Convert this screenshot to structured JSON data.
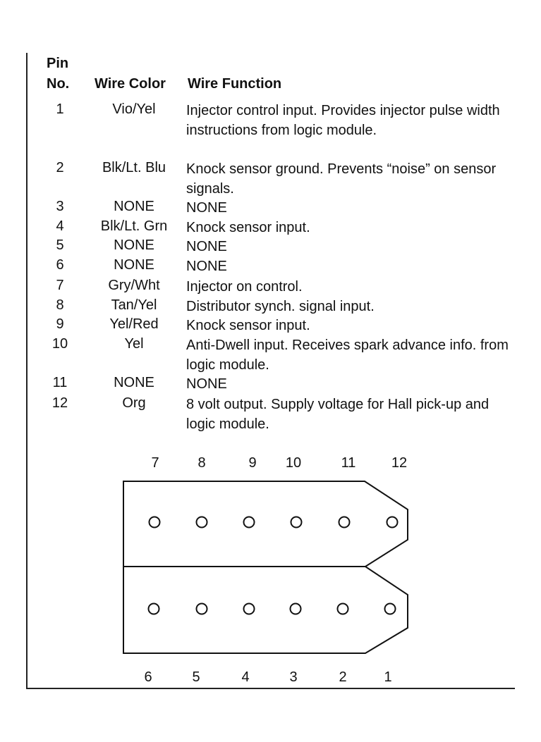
{
  "headers": {
    "pin_line1": "Pin",
    "pin_line2": "No.",
    "wire_color": "Wire Color",
    "wire_function": "Wire Function"
  },
  "rows": [
    {
      "pin": "1",
      "color": "Vio/Yel",
      "function": "Injector control input. Provides injector pulse width instructions from logic module."
    },
    {
      "pin": "2",
      "color": "Blk/Lt. Blu",
      "function": "Knock sensor ground. Prevents “noise” on sensor signals."
    },
    {
      "pin": "3",
      "color": "NONE",
      "function": "NONE"
    },
    {
      "pin": "4",
      "color": "Blk/Lt. Grn",
      "function": "Knock sensor input."
    },
    {
      "pin": "5",
      "color": "NONE",
      "function": "NONE"
    },
    {
      "pin": "6",
      "color": "NONE",
      "function": "NONE"
    },
    {
      "pin": "7",
      "color": "Gry/Wht",
      "function": "Injector on control."
    },
    {
      "pin": "8",
      "color": "Tan/Yel",
      "function": "Distributor synch. signal input."
    },
    {
      "pin": "9",
      "color": "Yel/Red",
      "function": "Knock sensor input."
    },
    {
      "pin": "10",
      "color": "Yel",
      "function": "Anti-Dwell input. Receives spark advance info. from logic module."
    },
    {
      "pin": "11",
      "color": "NONE",
      "function": "NONE"
    },
    {
      "pin": "12",
      "color": "Org",
      "function": "8 volt output. Supply voltage for Hall pick-up and logic module."
    }
  ],
  "connector": {
    "top_pins": [
      "7",
      "8",
      "9",
      "10",
      "11",
      "12"
    ],
    "bottom_pins": [
      "6",
      "5",
      "4",
      "3",
      "2",
      "1"
    ]
  }
}
